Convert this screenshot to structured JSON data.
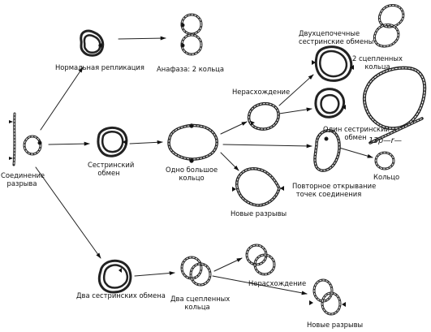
{
  "labels": {
    "joining": [
      "Соединение",
      "разрыва"
    ],
    "normal_replication": "Нормальная репликация",
    "anaphase": "Анафаза: 2 кольца",
    "sister_exchange": [
      "Сестринский",
      "обмен"
    ],
    "one_big_ring": [
      "Одно большое",
      "кольцо"
    ],
    "nondisjunction_top": "Нерасхождение",
    "double_exchanges": [
      "Двухцепочечные",
      "сестринские обмены"
    ],
    "two_linked_top": [
      "2 сцепленных",
      "кольца"
    ],
    "one_exchange": [
      "Один сестринский",
      "обмен"
    ],
    "chromosome_label": "13p—r—",
    "ring": "Кольцо",
    "reopening": [
      "Повторное открывание",
      "точек соединения"
    ],
    "new_breaks_mid": "Новые разрывы",
    "two_sister_exchanges": "Два сестринских обмена",
    "two_linked_bottom": [
      "Два сцепленных",
      "кольца"
    ],
    "nondisjunction_bottom": "Нерасхождение",
    "new_breaks_bottom": "Новые разрывы"
  }
}
